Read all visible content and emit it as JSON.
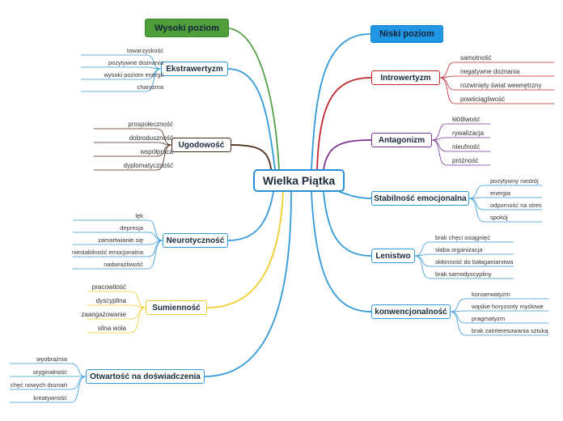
{
  "central": "Wielka Piątka",
  "wysoki": "Wysoki poziom",
  "niski": "Niski poziom",
  "colors": {
    "wysoki_fill": "#4e9e3a",
    "niski_fill": "#2196e4",
    "blue": "#3399d8",
    "red": "#c0282e",
    "purple": "#7a3596",
    "brown": "#4a2a16",
    "yellow": "#f2cc2c",
    "green": "#55a046"
  },
  "left": [
    {
      "label": "Ekstrawertyzm",
      "leaves": [
        "towarzyskość",
        "pozytywne doznania",
        "wysoki poziom energii",
        "charyzma"
      ]
    },
    {
      "label": "Ugodowość",
      "leaves": [
        "prospołeczność",
        "dobroduszność",
        "współpraca",
        "dyplomatyczność"
      ]
    },
    {
      "label": "Neurotyczność",
      "leaves": [
        "lęk",
        "depresja",
        "zamartwianie się",
        "niestabilność emocjonalna",
        "nadwrażliwość"
      ]
    },
    {
      "label": "Sumienność",
      "leaves": [
        "pracowitość",
        "dyscyplina",
        "zaangażowanie",
        "silna wola"
      ]
    },
    {
      "label": "Otwartość na doświadczenia",
      "leaves": [
        "wyobraźnia",
        "oryginalność",
        "chęć nowych doznań",
        "kreatywność"
      ]
    }
  ],
  "right": [
    {
      "label": "Introwertyzm",
      "leaves": [
        "samotność",
        "negatywne doznania",
        "rozwinięty świat wewnętrzny",
        "powściągliwość"
      ]
    },
    {
      "label": "Antagonizm",
      "leaves": [
        "kłótliwość",
        "rywalizacja",
        "nieufność",
        "próżność"
      ]
    },
    {
      "label": "Stabilność emocjonalna",
      "leaves": [
        "pozytywny nastrój",
        "energia",
        "odporność na stres",
        "spokój"
      ]
    },
    {
      "label": "Lenistwo",
      "leaves": [
        "brak chęci osiągnięć",
        "słaba organizacja",
        "skłonność do bałaganiarstwa",
        "brak samodyscypliny"
      ]
    },
    {
      "label": "konwencjonalność",
      "leaves": [
        "konserwatyzm",
        "wąskie horyzonty myślowe",
        "pragmatyzm",
        "brak zainteresowania sztuką"
      ]
    }
  ]
}
